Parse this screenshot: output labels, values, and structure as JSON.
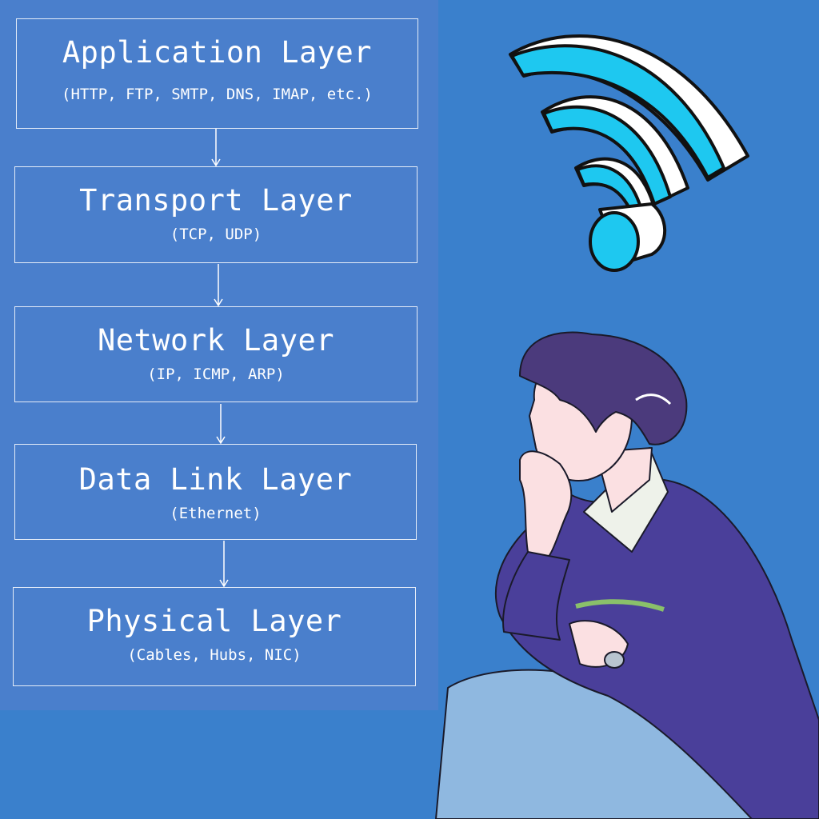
{
  "diagram": {
    "layers": [
      {
        "title": "Application Layer",
        "protocols": "(HTTP, FTP, SMTP, DNS, IMAP, etc.)"
      },
      {
        "title": "Transport Layer",
        "protocols": "(TCP, UDP)"
      },
      {
        "title": "Network Layer",
        "protocols": "(IP, ICMP, ARP)"
      },
      {
        "title": "Data Link Layer",
        "protocols": "(Ethernet)"
      },
      {
        "title": "Physical Layer",
        "protocols": "(Cables, Hubs, NIC)"
      }
    ]
  },
  "illustration": {
    "icon": "wifi-icon",
    "figure": "thinking-person",
    "colors": {
      "background": "#3a80cc",
      "panel": "#4a7fcc",
      "wifi_accent": "#1ec8f0",
      "sweater": "#4a3f9a",
      "jeans": "#8fb8e0",
      "hair": "#4b3a7c"
    }
  }
}
